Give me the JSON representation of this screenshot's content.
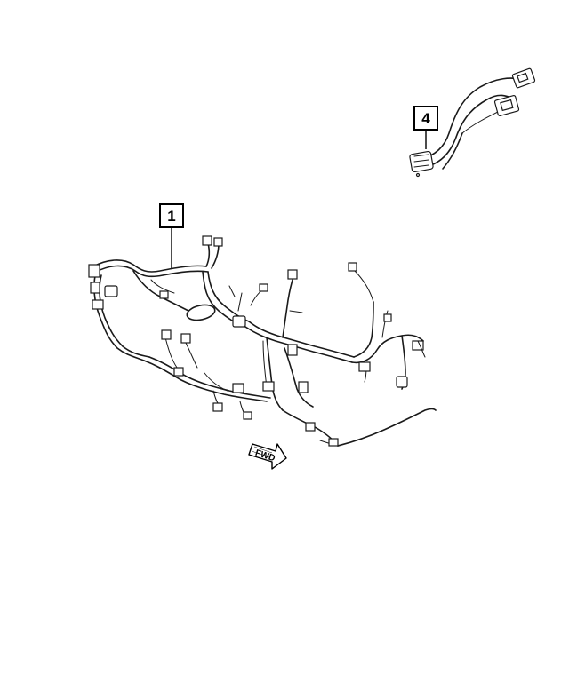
{
  "callouts": [
    {
      "id": "callout-1",
      "label": "1"
    },
    {
      "id": "callout-4",
      "label": "4"
    }
  ],
  "direction_arrow": {
    "label": "FWD"
  },
  "colors": {
    "line": "#1a1a1a",
    "background": "#ffffff"
  }
}
